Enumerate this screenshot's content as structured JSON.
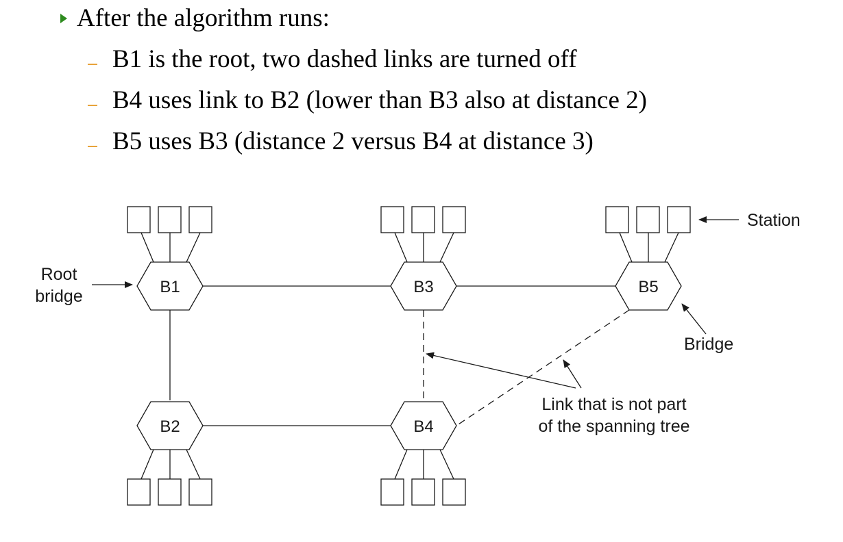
{
  "bullets": {
    "main": "After the algorithm runs:",
    "sub": [
      "B1 is the root, two dashed links are turned off",
      "B4 uses link to B2 (lower than B3 also at distance 2)",
      "B5 uses B3 (distance 2 versus B4 at distance 3)"
    ]
  },
  "diagram": {
    "bridges": [
      "B1",
      "B2",
      "B3",
      "B4",
      "B5"
    ],
    "labels": {
      "root_line1": "Root",
      "root_line2": "bridge",
      "station": "Station",
      "bridge": "Bridge",
      "link_line1": "Link that is not part",
      "link_line2": "of the spanning tree"
    }
  },
  "colors": {
    "bullet_arrow": "#2e8b1f",
    "sub_dash": "#e8a33a",
    "diagram_stroke": "#1a1a1a"
  }
}
